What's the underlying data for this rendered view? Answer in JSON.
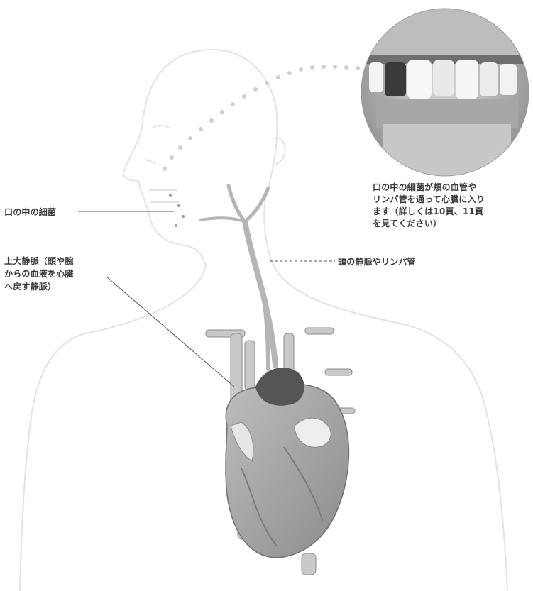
{
  "labels": {
    "bacteria_mouth": "口の中の細菌",
    "superior_vena_cava": "上大静脈（頭や腕\nからの血液を心臓\nへ戻す静脈）",
    "neck_veins": "頭の静脈やリンパ管",
    "photo_caption": "口の中の細菌が頬の血管や\nリンパ管を通って心臓に入り\nます（詳しくは10頁、11頁\nを見てください）"
  },
  "colors": {
    "body_outline": "#e3e3e3",
    "vessel_fill": "#c9c9c9",
    "vessel_stroke": "#8a8a8a",
    "heart_dark": "#555555",
    "dotted_path": "#cfcfcf",
    "leader_line": "#555555"
  },
  "icons": [
    "mouth-teeth-photo"
  ]
}
